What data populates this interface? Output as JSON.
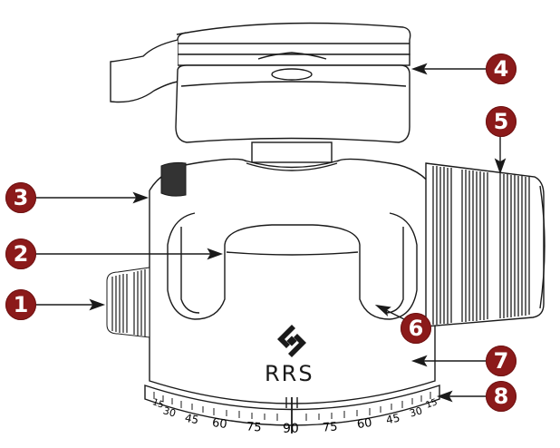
{
  "diagram": {
    "subject": "Ball head",
    "brand": {
      "name": "RRS",
      "logo": "rrs-diamond-logo"
    },
    "colors": {
      "marker_fill": "#8b1a1a",
      "marker_text": "#ffffff",
      "line": "#1a1a1a",
      "background": "#ffffff"
    },
    "callouts": [
      {
        "number": "1",
        "target": "panning-lock-knob",
        "side": "left"
      },
      {
        "number": "2",
        "target": "drop-notch",
        "side": "left"
      },
      {
        "number": "3",
        "target": "friction-control-knob",
        "side": "left"
      },
      {
        "number": "4",
        "target": "lever-release-clamp",
        "side": "right"
      },
      {
        "number": "5",
        "target": "main-ball-lock-knob",
        "side": "right"
      },
      {
        "number": "6",
        "target": "second-drop-notch",
        "side": "right"
      },
      {
        "number": "7",
        "target": "ball-head-body",
        "side": "right"
      },
      {
        "number": "8",
        "target": "panning-base-scale",
        "side": "right"
      }
    ],
    "dial_scale": {
      "labels": [
        "15",
        "30",
        "45",
        "60",
        "75",
        "90",
        "75",
        "60",
        "45",
        "30",
        "15"
      ],
      "center_mark": "90"
    }
  }
}
